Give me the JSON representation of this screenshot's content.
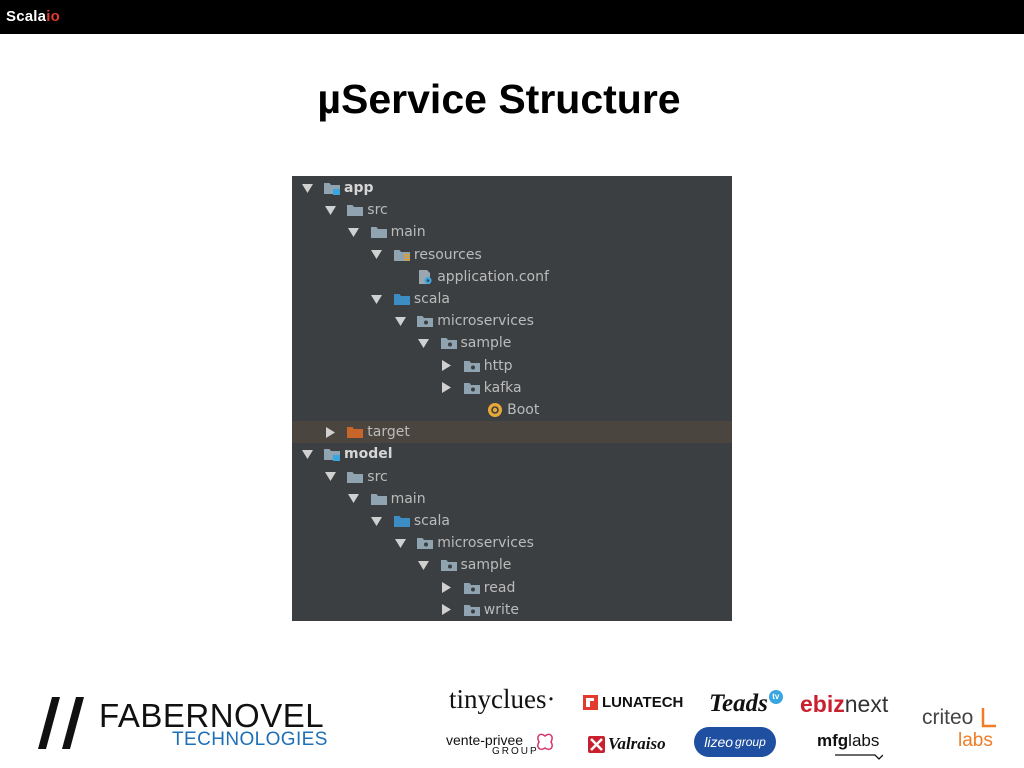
{
  "brand": {
    "name": "Scala",
    "suffix": "io"
  },
  "slide": {
    "title": "µService Structure"
  },
  "tree": {
    "rows": [
      {
        "label": "app",
        "depth": 0,
        "state": "open",
        "icon": "module-folder-icon",
        "bold": true
      },
      {
        "label": "src",
        "depth": 1,
        "state": "open",
        "icon": "folder-icon"
      },
      {
        "label": "main",
        "depth": 2,
        "state": "open",
        "icon": "folder-icon"
      },
      {
        "label": "resources",
        "depth": 3,
        "state": "open",
        "icon": "resources-folder-icon"
      },
      {
        "label": "application.conf",
        "depth": 4,
        "state": "leaf",
        "icon": "config-file-icon"
      },
      {
        "label": "scala",
        "depth": 3,
        "state": "open",
        "icon": "source-folder-icon"
      },
      {
        "label": "microservices",
        "depth": 4,
        "state": "open",
        "icon": "package-icon"
      },
      {
        "label": "sample",
        "depth": 5,
        "state": "open",
        "icon": "package-icon"
      },
      {
        "label": "http",
        "depth": 6,
        "state": "closed",
        "icon": "package-icon"
      },
      {
        "label": "kafka",
        "depth": 6,
        "state": "closed",
        "icon": "package-icon"
      },
      {
        "label": "Boot",
        "depth": 7,
        "state": "leaf",
        "icon": "scala-object-icon"
      },
      {
        "label": "target",
        "depth": 1,
        "state": "closed",
        "icon": "excluded-folder-icon",
        "selected": true
      },
      {
        "label": "model",
        "depth": 0,
        "state": "open",
        "icon": "module-folder-icon",
        "bold": true
      },
      {
        "label": "src",
        "depth": 1,
        "state": "open",
        "icon": "folder-icon"
      },
      {
        "label": "main",
        "depth": 2,
        "state": "open",
        "icon": "folder-icon"
      },
      {
        "label": "scala",
        "depth": 3,
        "state": "open",
        "icon": "source-folder-icon"
      },
      {
        "label": "microservices",
        "depth": 4,
        "state": "open",
        "icon": "package-icon"
      },
      {
        "label": "sample",
        "depth": 5,
        "state": "open",
        "icon": "package-icon"
      },
      {
        "label": "read",
        "depth": 6,
        "state": "closed",
        "icon": "package-icon"
      },
      {
        "label": "write",
        "depth": 6,
        "state": "closed",
        "icon": "package-icon"
      }
    ]
  },
  "footer": {
    "main_sponsor": {
      "name": "FABERNOVEL",
      "sub": "TECHNOLOGIES"
    },
    "sponsors": [
      {
        "name": "tinyclues",
        "mark": "·"
      },
      {
        "name": "LUNATECH"
      },
      {
        "name": "Teads",
        "badge": "tv"
      },
      {
        "name_a": "ebiz",
        "name_b": "next"
      },
      {
        "name_a": "criteo",
        "name_b": "labs"
      },
      {
        "name_a": "vente-privee",
        "name_b": "GROUP"
      },
      {
        "name": "Valraiso"
      },
      {
        "name_a": "lizeo",
        "name_b": "group"
      },
      {
        "name_a": "mfg",
        "name_b": "labs"
      }
    ]
  },
  "colors": {
    "tree_bg": "#3c3f41",
    "folder": "#8fa3b0",
    "source_folder": "#3b8dc4",
    "excluded_folder": "#c8652a",
    "accent_red": "#e23b2e",
    "fabernovel_blue": "#1e6fb8"
  }
}
